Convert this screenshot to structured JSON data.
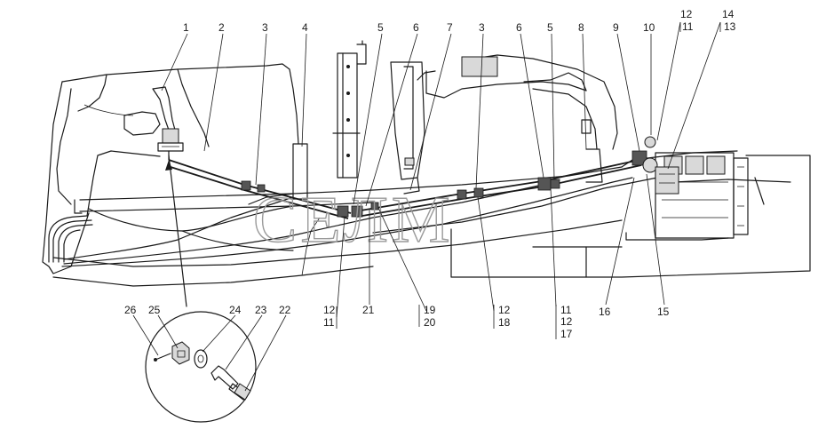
{
  "watermark": "СЕЛМ",
  "callouts": [
    {
      "id": "c1",
      "label": "1"
    },
    {
      "id": "c2",
      "label": "2"
    },
    {
      "id": "c3a",
      "label": "3"
    },
    {
      "id": "c4",
      "label": "4"
    },
    {
      "id": "c5a",
      "label": "5"
    },
    {
      "id": "c6a",
      "label": "6"
    },
    {
      "id": "c7",
      "label": "7"
    },
    {
      "id": "c3b",
      "label": "3"
    },
    {
      "id": "c6b",
      "label": "6"
    },
    {
      "id": "c5b",
      "label": "5"
    },
    {
      "id": "c8",
      "label": "8"
    },
    {
      "id": "c9",
      "label": "9"
    },
    {
      "id": "c10",
      "label": "10"
    },
    {
      "id": "c12a",
      "label": "12"
    },
    {
      "id": "c11a",
      "label": "11"
    },
    {
      "id": "c14",
      "label": "14"
    },
    {
      "id": "c13",
      "label": "13"
    },
    {
      "id": "c12b",
      "label": "12"
    },
    {
      "id": "c11b",
      "label": "11"
    },
    {
      "id": "c21",
      "label": "21"
    },
    {
      "id": "c19",
      "label": "19"
    },
    {
      "id": "c20",
      "label": "20"
    },
    {
      "id": "c12c",
      "label": "12"
    },
    {
      "id": "c18",
      "label": "18"
    },
    {
      "id": "c11c",
      "label": "11"
    },
    {
      "id": "c12d",
      "label": "12"
    },
    {
      "id": "c17",
      "label": "17"
    },
    {
      "id": "c16",
      "label": "16"
    },
    {
      "id": "c15",
      "label": "15"
    },
    {
      "id": "c26",
      "label": "26"
    },
    {
      "id": "c25",
      "label": "25"
    },
    {
      "id": "c24",
      "label": "24"
    },
    {
      "id": "c23",
      "label": "23"
    },
    {
      "id": "c22",
      "label": "22"
    }
  ]
}
